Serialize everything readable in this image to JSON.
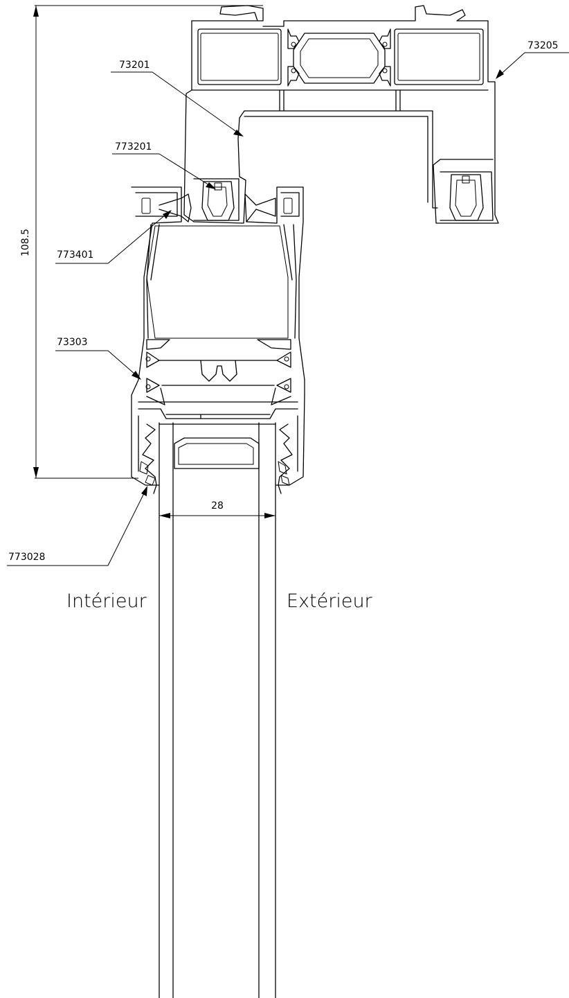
{
  "labels": {
    "part_73205": "73205",
    "part_73201": "73201",
    "part_773201": "773201",
    "part_773401": "773401",
    "part_73303": "73303",
    "part_773028": "773028"
  },
  "dimensions": {
    "height": "108.5",
    "glass_width": "28"
  },
  "sides": {
    "interior": "Intérieur",
    "exterior": "Extérieur"
  }
}
